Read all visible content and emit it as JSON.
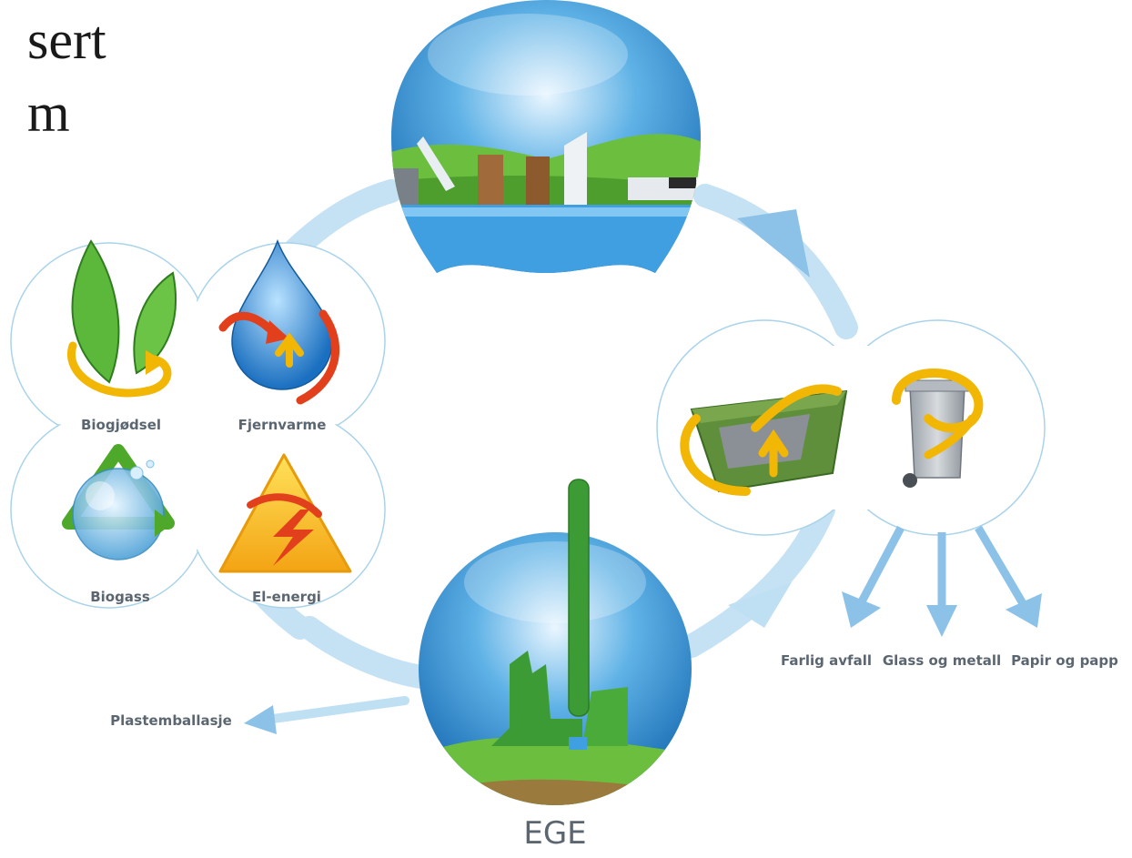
{
  "title_fragments": [
    "sert",
    "m"
  ],
  "hub": {
    "label": "EGE"
  },
  "energy_products": [
    "Biogjødsel",
    "Fjernvarme",
    "Biogass",
    "El-energi"
  ],
  "sorted_fractions": [
    "Farlig avfall",
    "Glass og metall",
    "Papir og papp"
  ],
  "side_output": "Plastemballasje",
  "colors": {
    "cycle_arrow": "#9fcbec",
    "orb_blue": "#1b7cc4",
    "plant_green": "#3d9b35",
    "label_gray": "#5b6670",
    "ring_stroke": "#a9d3ea",
    "gold_arrow": "#f2b705",
    "red_arrow": "#e2401c"
  }
}
